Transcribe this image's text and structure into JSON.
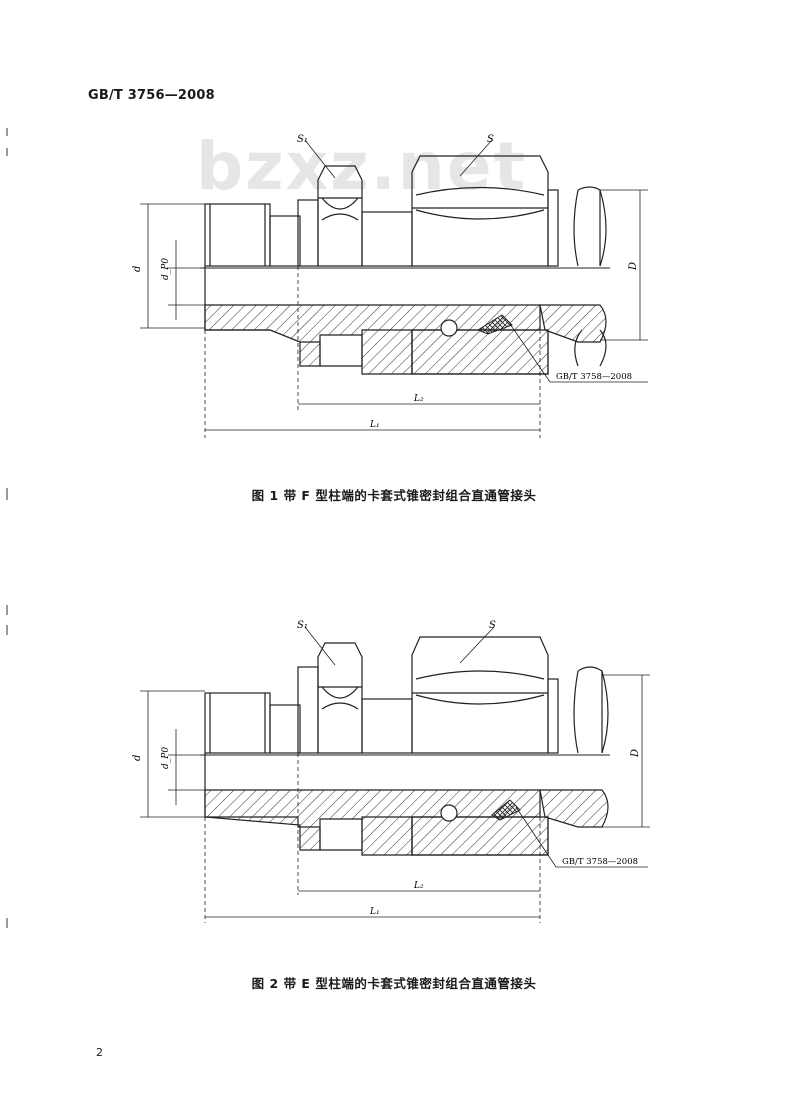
{
  "header": {
    "standard": "GB/T 3756—2008"
  },
  "watermark": "bzxz.net",
  "figure1": {
    "caption": "图 1   带 F 型柱端的卡套式锥密封组合直通管接头",
    "labels": {
      "s1": "S₁",
      "s": "S",
      "d": "d",
      "dp": "d_P0",
      "D": "D",
      "l2": "L₂",
      "l1": "L₁",
      "ref": "GB/T 3758—2008"
    }
  },
  "figure2": {
    "caption": "图 2   带 E 型柱端的卡套式锥密封组合直通管接头",
    "labels": {
      "s1": "S₁",
      "s": "S",
      "d": "d",
      "dp": "d_P0",
      "D": "D",
      "l2": "L₂",
      "l1": "L₁",
      "ref": "GB/T 3758—2008"
    }
  },
  "page_number": "2"
}
